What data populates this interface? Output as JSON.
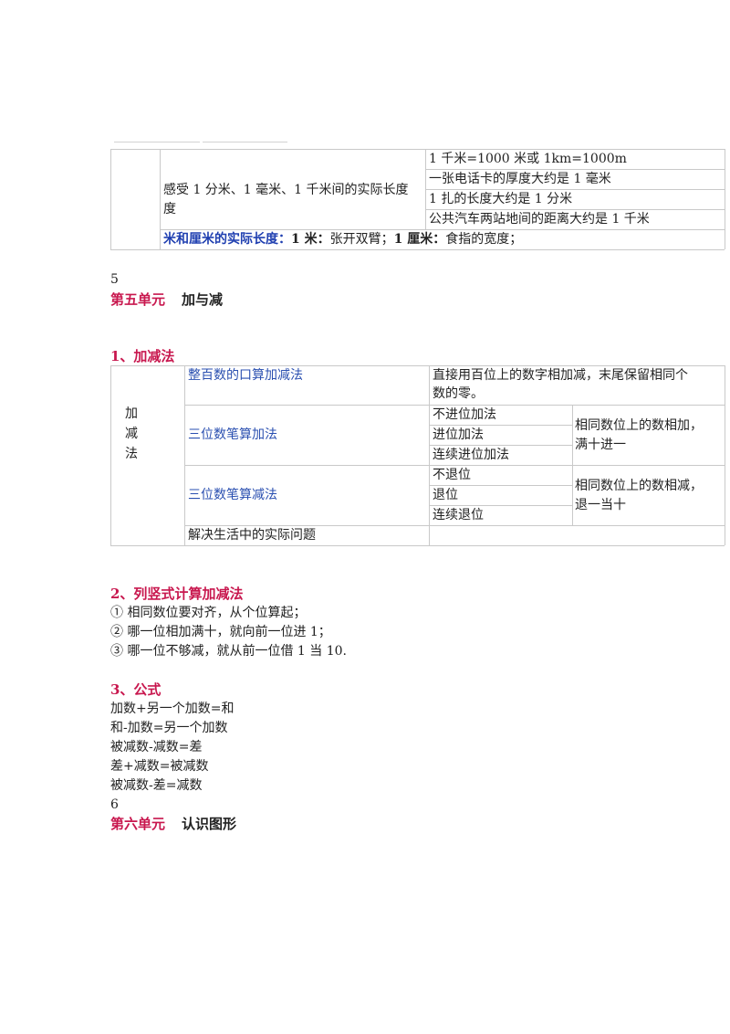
{
  "top_table": {
    "left_label": "感受1分米、1毫米、1千米间的实际长度",
    "left_label_l1": "感受 1 分米、1 毫米、1 千米间的实际长度",
    "left_label_l2": "度",
    "items": [
      "1 千米=1000 米或 1km=1000m",
      "一张电话卡的厚度大约是 1 毫米",
      "1 扎的长度大约是 1 分米",
      "公共汽车两站地间的距离大约是 1 千米"
    ],
    "bottom": {
      "label": "米和厘米的实际长度：",
      "m_label": "1 米：",
      "m_text": "张开双臂；",
      "cm_label": "1 厘米：",
      "cm_text": "食指的宽度；"
    }
  },
  "page_number_5": "5",
  "unit5": {
    "title": "第五单元",
    "subtitle": "加与减"
  },
  "section1": {
    "heading": "1、加减法",
    "left_label": [
      "加",
      "减",
      "法"
    ],
    "row1": {
      "name": "整百数的口算加减法",
      "desc_l1": "直接用百位上的数字相加减，末尾保留相同个",
      "desc_l2": "数的零。"
    },
    "row2": {
      "name": "三位数笔算加法",
      "subs": [
        "不进位加法",
        "进位加法",
        "连续进位加法"
      ],
      "note_l1": "相同数位上的数相加，",
      "note_l2": "满十进一"
    },
    "row3": {
      "name": "三位数笔算减法",
      "subs": [
        "不退位",
        "退位",
        "连续退位"
      ],
      "note_l1": "相同数位上的数相减，",
      "note_l2": "退一当十"
    },
    "row4": {
      "name": "解决生活中的实际问题"
    }
  },
  "section2": {
    "heading": "2、列竖式计算加减法",
    "items": [
      "① 相同数位要对齐，从个位算起；",
      "② 哪一位相加满十，就向前一位进 1；",
      "③ 哪一位不够减，就从前一位借 1 当 10."
    ]
  },
  "section3": {
    "heading": "3、公式",
    "items": [
      "加数+另一个加数=和",
      "和-加数=另一个加数",
      "被减数-减数=差",
      "差+减数=被减数",
      "被减数-差=减数"
    ]
  },
  "page_number_6": "6",
  "unit6": {
    "title": "第六单元",
    "subtitle": "认识图形"
  }
}
